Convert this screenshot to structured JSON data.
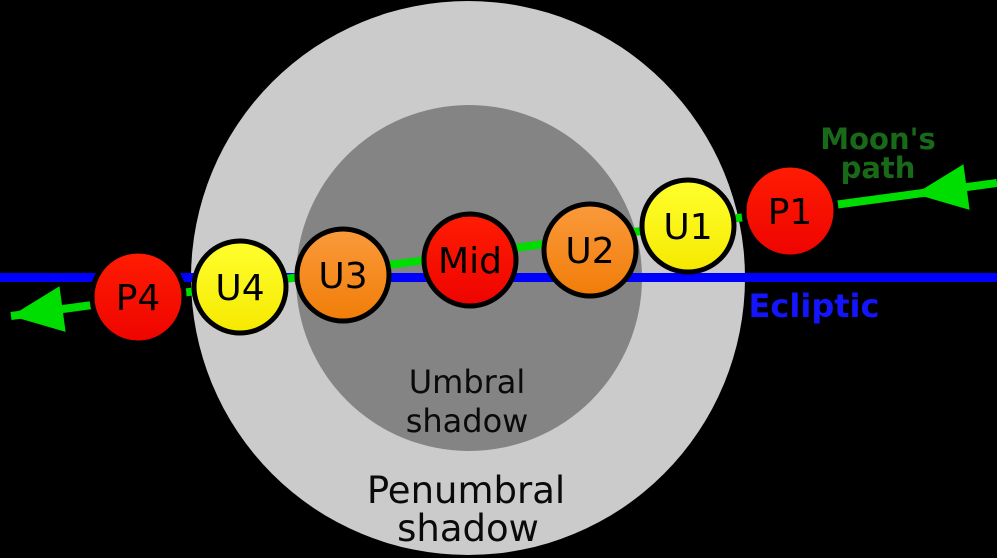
{
  "background_color": "#000000",
  "penumbra": {
    "label_line1": "Penumbral",
    "label_line2": "shadow",
    "color": "#cbcbcb"
  },
  "umbra": {
    "label_line1": "Umbral",
    "label_line2": "shadow",
    "color": "#848484"
  },
  "ecliptic": {
    "label": "Ecliptic",
    "line_color": "#0000ff",
    "text_color": "#1414ff"
  },
  "moons_path": {
    "label_line1": "Moon's",
    "label_line2": "path",
    "text_color": "#186918",
    "arrow_color": "#00dd00"
  },
  "palette": {
    "red_top": "#ff1c03",
    "red_bottom": "#ee0400",
    "yellow_top": "#ffff2e",
    "yellow_bottom": "#f5e900",
    "orange_top": "#fa9a3c",
    "orange_bottom": "#f17d08"
  },
  "contacts": [
    {
      "label": "P1",
      "color": "#f70800"
    },
    {
      "label": "U1",
      "color": "#ffff00"
    },
    {
      "label": "U2",
      "color": "#f8891f"
    },
    {
      "label": "Mid",
      "color": "#f70800"
    },
    {
      "label": "U3",
      "color": "#f8891f"
    },
    {
      "label": "U4",
      "color": "#ffff00"
    },
    {
      "label": "P4",
      "color": "#f70800"
    }
  ]
}
